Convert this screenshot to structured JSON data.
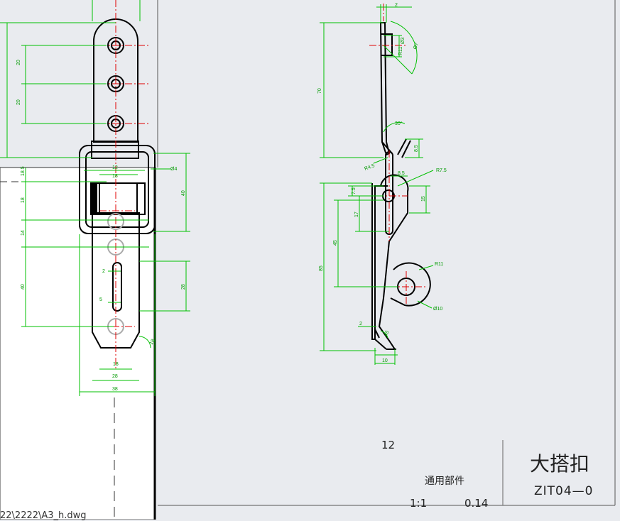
{
  "colors": {
    "background": "#e9ebef",
    "outline": "#000000",
    "dimension": "#00c000",
    "centerline": "#e00000",
    "paper": "#ffffff"
  },
  "front_view": {
    "dims": [
      "20",
      "20",
      "18.5",
      "18",
      "14",
      "40",
      "12",
      "18",
      "40",
      "28",
      "2",
      "5",
      "18",
      "28",
      "38",
      "18",
      "Ø4"
    ]
  },
  "side_view": {
    "dims": [
      "2",
      "Ø3",
      "R11",
      "Ø7",
      "70",
      "30°",
      "8.5",
      "R4.5",
      "8.5",
      "R7.5",
      "7.5",
      "15",
      "17",
      "45",
      "85",
      "R11",
      "Ø10",
      "2",
      "45",
      "10"
    ]
  },
  "file_path": "22\\2222\\A3_h.dwg",
  "title_block": {
    "sheet_number": "12",
    "category": "通用部件",
    "title": "大搭扣",
    "code": "ZIT04—0",
    "scale": "1:1",
    "weight": "0.14"
  }
}
